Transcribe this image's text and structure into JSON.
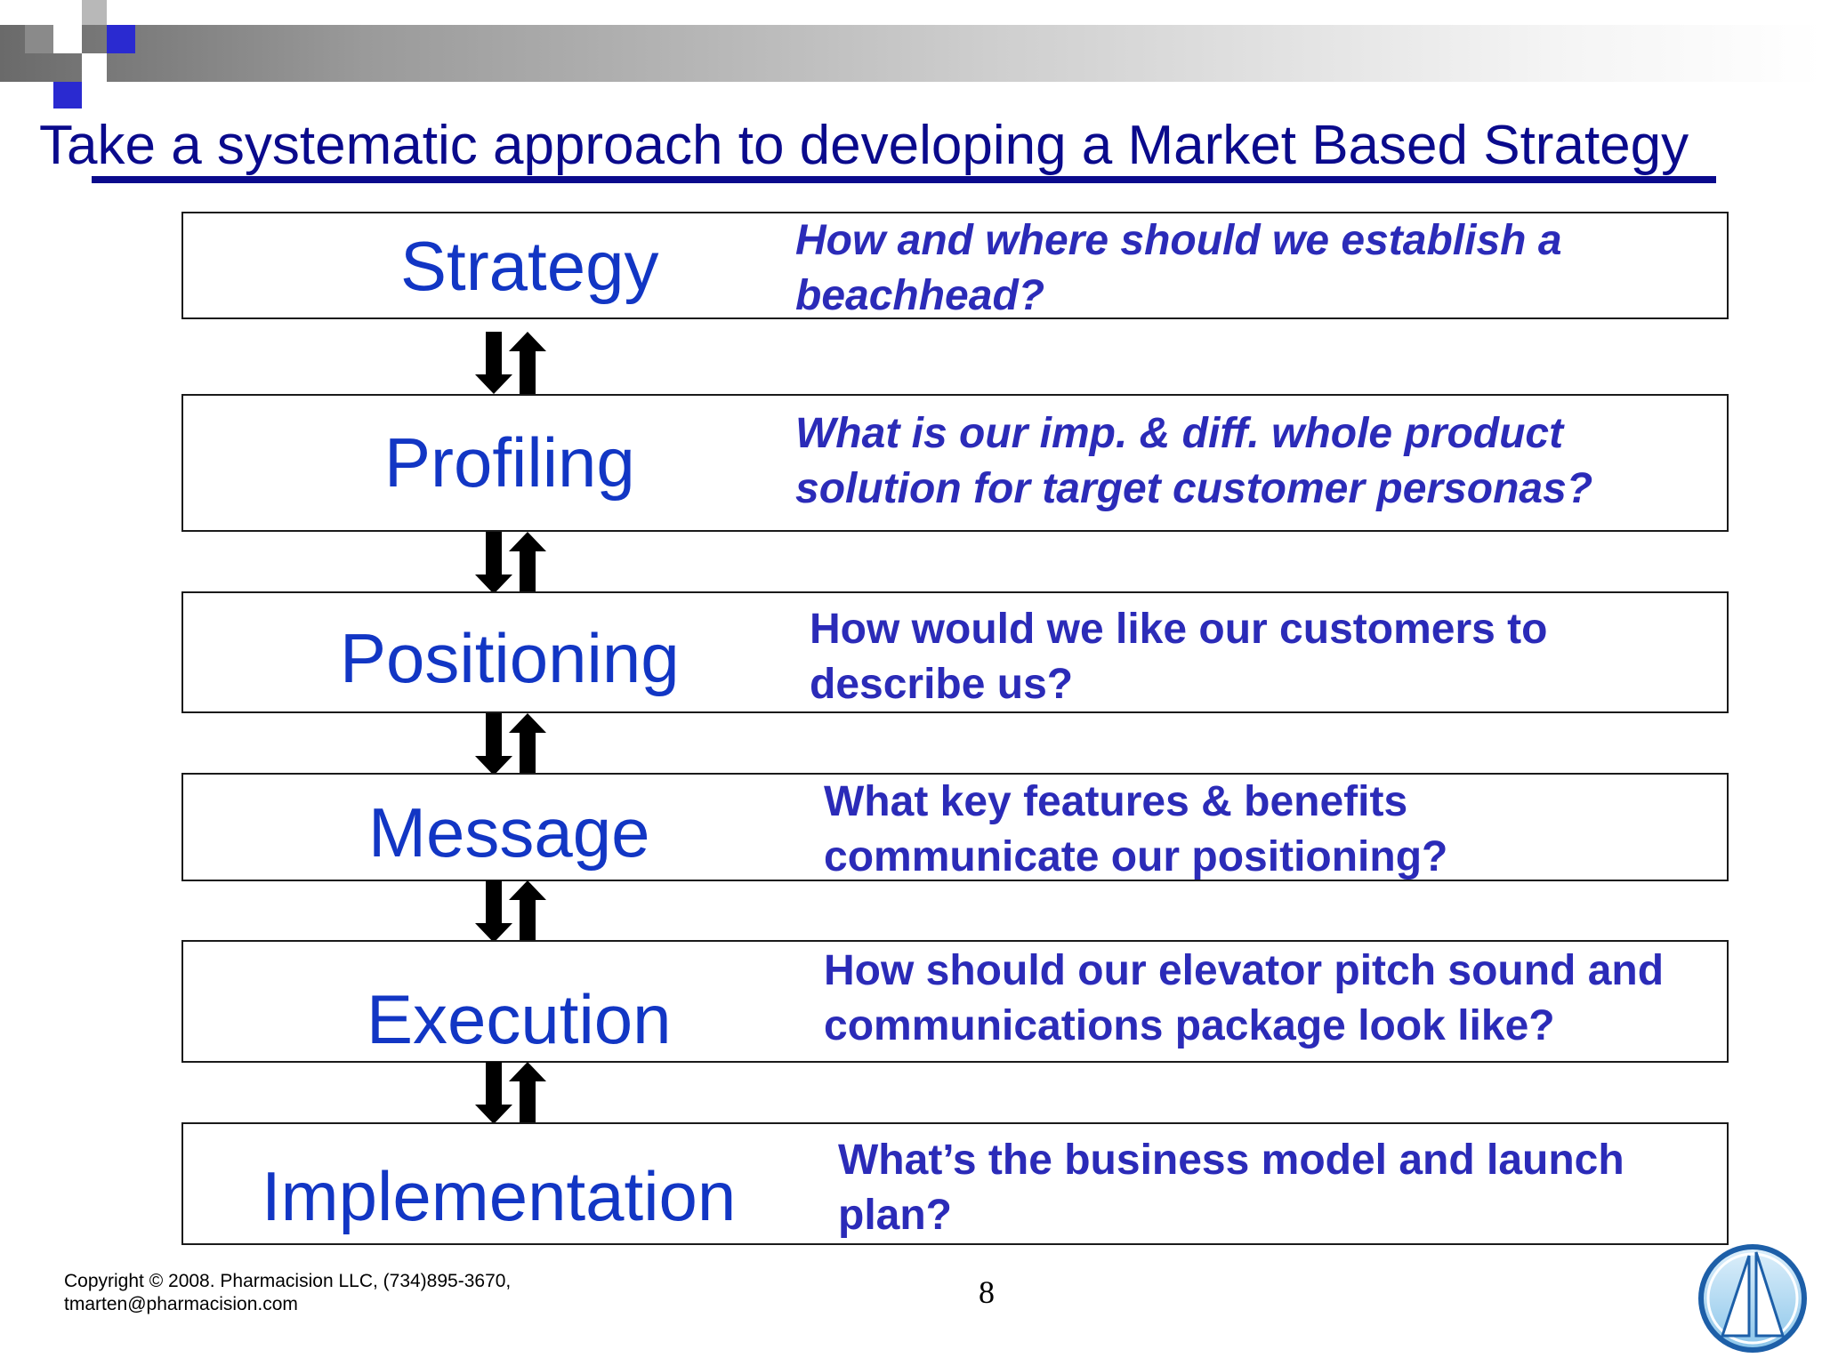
{
  "slide": {
    "title": "Take a systematic approach to developing a Market Based Strategy",
    "steps": [
      {
        "label": "Strategy",
        "question_line1": "How  and where should we establish a",
        "question_line2": "beachhead?"
      },
      {
        "label": "Profiling",
        "question_line1": "What is our imp. & diff. whole product",
        "question_line2": "solution for target customer personas?"
      },
      {
        "label": "Positioning",
        "question_line1": "How would we like our customers to",
        "question_line2": "describe us?"
      },
      {
        "label": "Message",
        "question_line1": "What key features & benefits",
        "question_line2": "communicate our positioning?"
      },
      {
        "label": "Execution",
        "question_line1": "How should our elevator pitch sound and",
        "question_line2": "communications package look like?"
      },
      {
        "label": "Implementation",
        "question_line1": "What’s the business model and launch",
        "question_line2": "plan?"
      }
    ]
  },
  "footer": {
    "copyright_line1": "Copyright © 2008. Pharmacision LLC, (734)895-3670,",
    "copyright_line2": "tmarten@pharmacision.com",
    "page_number": "8"
  },
  "colors": {
    "title": "#0a0a8c",
    "step_label": "#1236c4",
    "question": "#2b2bb8",
    "accent_square": "#2a2ad0"
  },
  "icons": {
    "arrow_pair": "down-up-arrows-icon",
    "logo": "sailboat-logo-icon"
  }
}
